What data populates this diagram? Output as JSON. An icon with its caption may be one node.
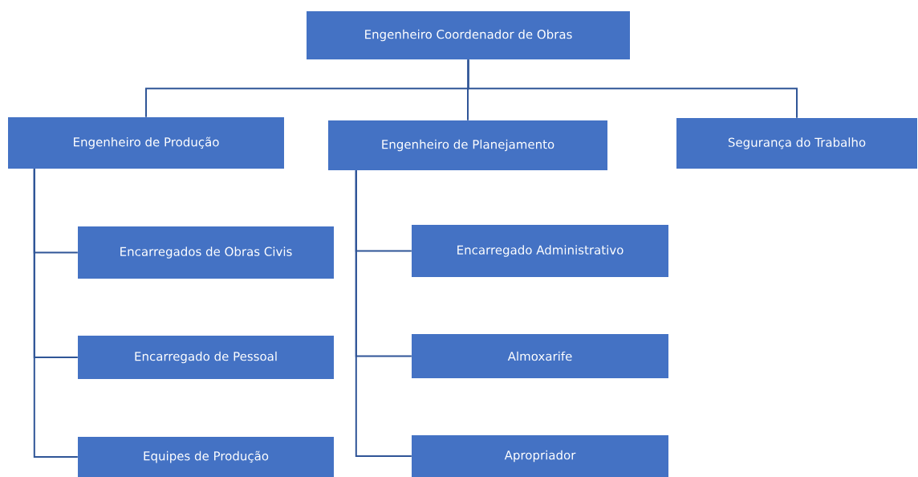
{
  "diagram": {
    "nodes": [
      {
        "text": [
          "Engenheiro Coordenador de Obras"
        ]
      },
      {
        "text": [
          "Engenheiro de Produção"
        ]
      },
      {
        "text": [
          "Engenheiro de Planejamento"
        ]
      },
      {
        "text": [
          "Segurança do Trabalho"
        ]
      },
      {
        "text": [
          "Encarregados de Obras Civis"
        ]
      },
      {
        "text": [
          "Encarregado de Pessoal"
        ]
      },
      {
        "text": [
          "Equipes de Produção"
        ]
      },
      {
        "text": [
          "Encarregado Administrativo"
        ]
      },
      {
        "text": [
          "Almoxarife"
        ]
      },
      {
        "text": [
          "Apropriador"
        ]
      }
    ],
    "edges": [
      {
        "from": 0,
        "to": 1,
        "arrow": "none"
      },
      {
        "from": 0,
        "to": 2,
        "arrow": "none"
      },
      {
        "from": 0,
        "to": 3,
        "arrow": "none"
      },
      {
        "from": 1,
        "to": 4,
        "arrow": "none"
      },
      {
        "from": 1,
        "to": 5,
        "arrow": "none"
      },
      {
        "from": 1,
        "to": 6,
        "arrow": "none"
      },
      {
        "from": 2,
        "to": 7,
        "arrow": "none"
      },
      {
        "from": 2,
        "to": 8,
        "arrow": "none"
      },
      {
        "from": 2,
        "to": 9,
        "arrow": "none"
      }
    ]
  }
}
